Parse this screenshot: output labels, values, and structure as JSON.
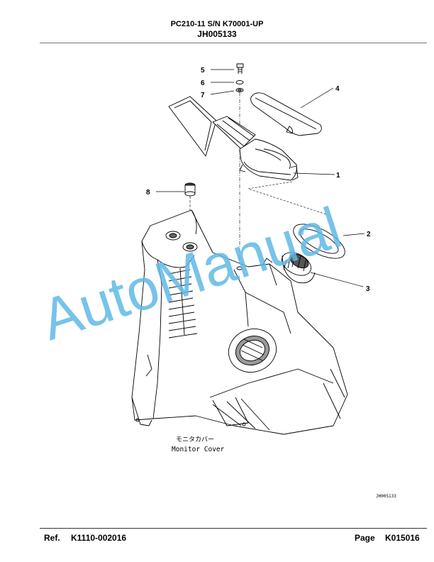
{
  "header": {
    "model": "PC210-11 S/N K70001-UP",
    "code": "JH005133"
  },
  "diagram": {
    "callouts": [
      "5",
      "6",
      "7",
      "4",
      "1",
      "8",
      "2",
      "3"
    ],
    "caption_jp": "モニタカバー",
    "caption_en": "Monitor Cover",
    "figure_id": "JH005133"
  },
  "watermark": "AutoManual",
  "footer": {
    "ref_label": "Ref.",
    "ref_value": "K1110-002016",
    "page_label": "Page",
    "page_value": "K015016"
  }
}
